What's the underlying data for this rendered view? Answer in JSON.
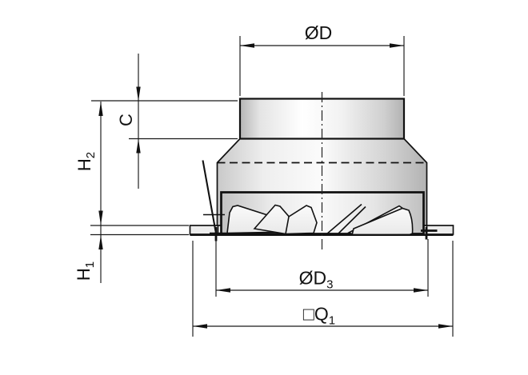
{
  "drawing": {
    "kind": "technical-dimension-drawing",
    "subject": "ceiling-swirl-diffuser-cross-section",
    "background": "#ffffff",
    "line_color": "#111111",
    "fill_colors": {
      "metal_light": "#ffffff",
      "metal_mid": "#e8e8e8",
      "metal_dark": "#b3b3b3",
      "vane": "#f1f1f1",
      "flange": "#ececec"
    },
    "labels": {
      "od": {
        "main": "ØD"
      },
      "c": {
        "main": "C"
      },
      "h2": {
        "main": "H",
        "sub": "2"
      },
      "h1": {
        "main": "H",
        "sub": "1"
      },
      "od3": {
        "main": "ØD",
        "sub": "3"
      },
      "q1": {
        "main": "□Q",
        "sub": "1"
      }
    }
  }
}
